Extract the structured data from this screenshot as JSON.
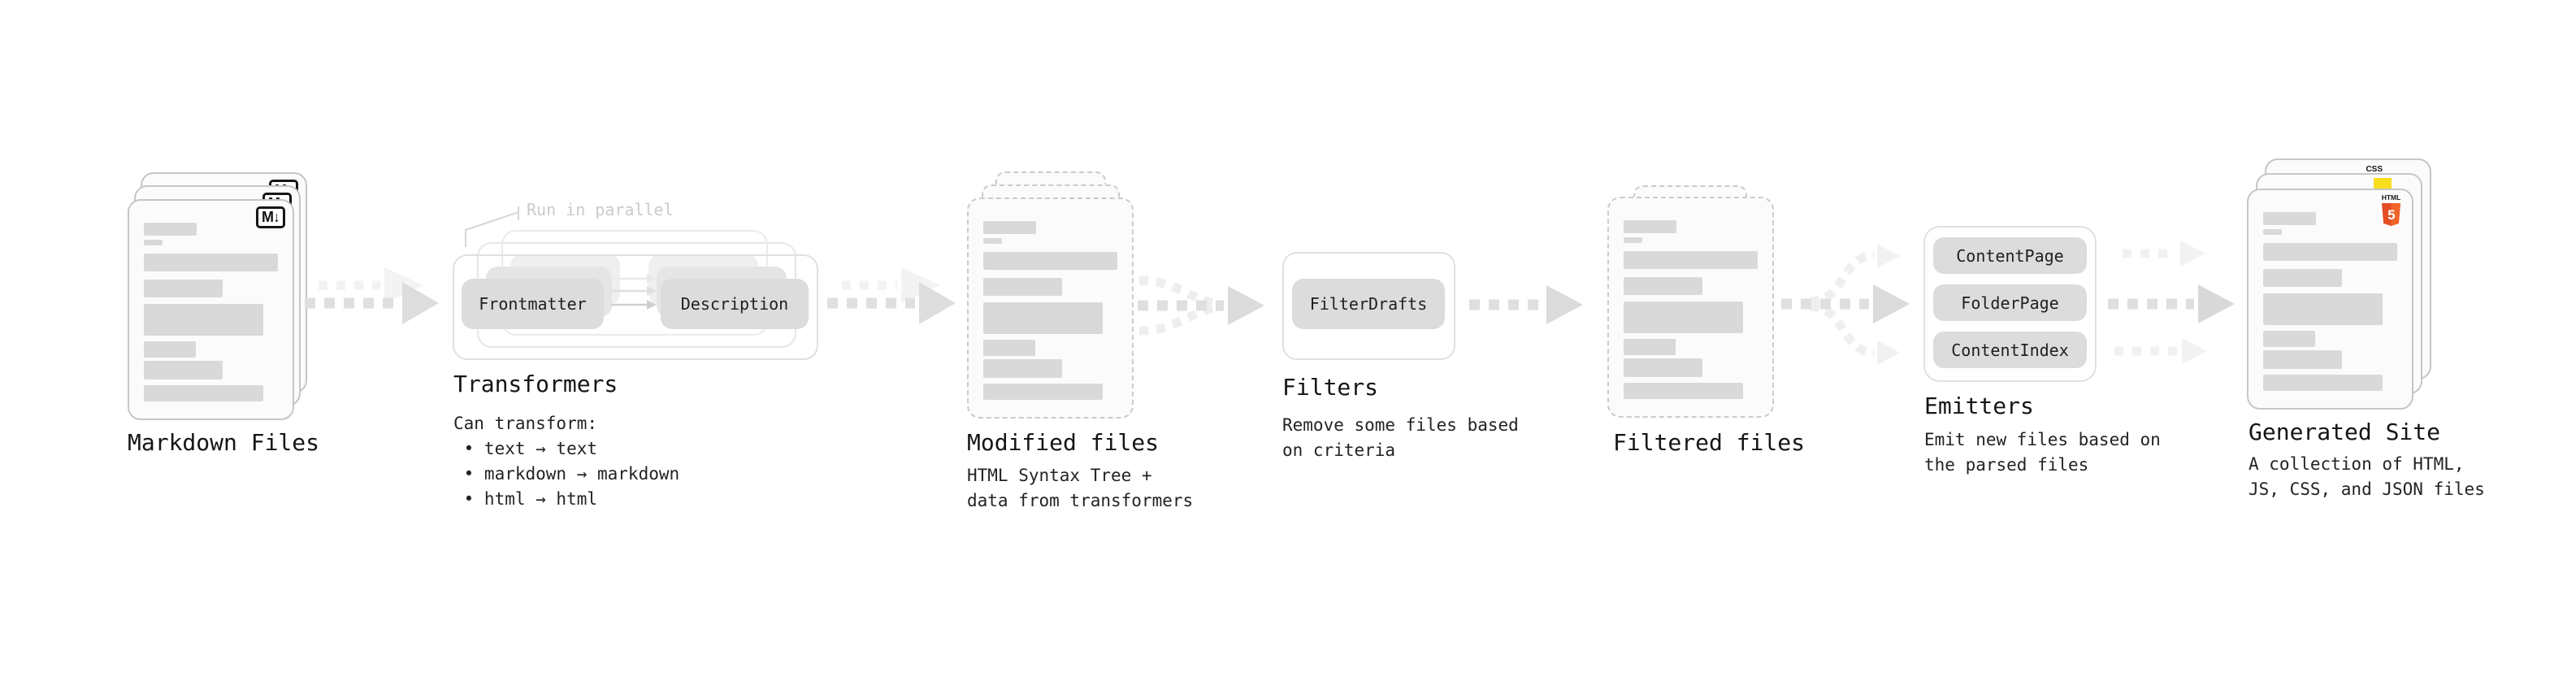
{
  "markdown": {
    "title": "Markdown Files",
    "badge": "M↓"
  },
  "transformers": {
    "title": "Transformers",
    "note": "Run in parallel",
    "pill_frontmatter": "Frontmatter",
    "pill_description": "Description",
    "desc": "Can transform:\n • text → text\n • markdown → markdown\n • html → html"
  },
  "modified": {
    "title": "Modified files",
    "desc": "HTML Syntax Tree +\ndata from transformers"
  },
  "filters": {
    "title": "Filters",
    "pill": "FilterDrafts",
    "desc": "Remove some files based\non criteria"
  },
  "filtered": {
    "title": "Filtered files"
  },
  "emitters": {
    "title": "Emitters",
    "pills": [
      "ContentPage",
      "FolderPage",
      "ContentIndex"
    ],
    "desc": "Emit new files based on\nthe parsed files"
  },
  "generated": {
    "title": "Generated Site",
    "badge_css": "CSS",
    "badge_html_top": "HTML",
    "badge_html_num": "5",
    "desc": "A collection of HTML,\nJS, CSS, and JSON files"
  },
  "colors": {
    "html5_orange": "#e44d26",
    "html5_orange_light": "#f16529",
    "js_yellow": "#f7df1e",
    "css_blue": "#2862e9",
    "placeholder_bar": "#d9d9d9",
    "arrow_dark": "#dfdfdf",
    "arrow_light": "#f1f1f1",
    "note_gray": "#cbcbcb"
  }
}
